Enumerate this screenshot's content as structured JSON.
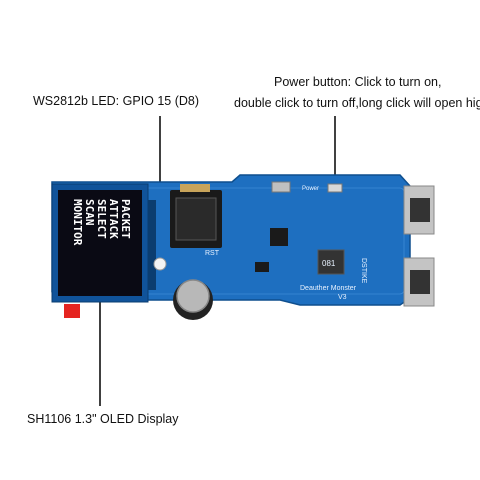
{
  "labels": {
    "led": "WS2812b LED: GPIO 15 (D8)",
    "power_line1": "Power button: Click to turn on,",
    "power_line2": "double click to turn off,long click will open high",
    "oled": "SH1106 1.3\" OLED Display"
  },
  "oled_screen": {
    "lines": [
      "PACKET",
      "ATTACK",
      "SELECT",
      "SCAN",
      "MONITOR"
    ]
  },
  "board_text": {
    "rst": "RST",
    "power": "Power",
    "dstike": "DSTIKE",
    "name": "Deauther Monster",
    "version": "V3",
    "chip": "081"
  },
  "colors": {
    "pcb": "#1e6fc0",
    "pcb_dark": "#155a9e",
    "oled_bg": "#0a0a14",
    "leader": "#111111",
    "tag": "#e52420"
  }
}
